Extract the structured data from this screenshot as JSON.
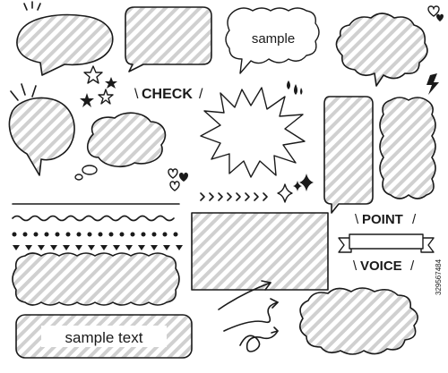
{
  "labels": {
    "top_sample": "sample",
    "check": "CHECK",
    "point": "POINT",
    "voice": "VOICE",
    "sample_text": "sample text",
    "watermark": "329567484"
  },
  "icons": [
    "sparkle-lines-icon",
    "star-icon",
    "heart-icon",
    "lightning-icon",
    "droplet-icon",
    "diamond-sparkle-icon",
    "arrow-icon",
    "ribbon-banner-icon"
  ],
  "colors": {
    "ink": "#1a1a1a",
    "stripe": "#d0d0d0",
    "background": "#ffffff"
  }
}
